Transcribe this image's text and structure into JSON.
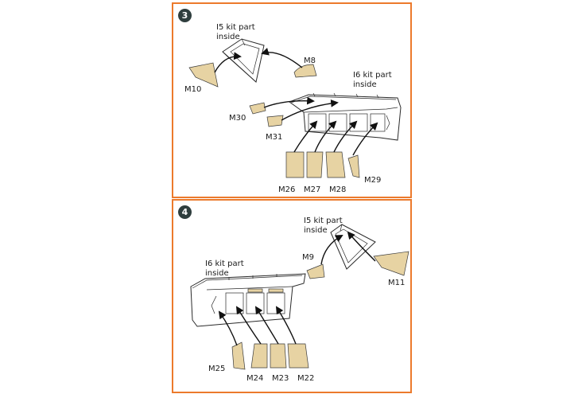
{
  "accent_color": "#ec7a2c",
  "part_color": "#e7d3a3",
  "steps": [
    {
      "number": "3",
      "kit_labels": [
        {
          "line1": "I5 kit part",
          "line2": "inside"
        },
        {
          "line1": "I6 kit part",
          "line2": "inside"
        }
      ],
      "parts": [
        "M10",
        "M8",
        "M30",
        "M31",
        "M26",
        "M27",
        "M28",
        "M29"
      ]
    },
    {
      "number": "4",
      "kit_labels": [
        {
          "line1": "I5 kit part",
          "line2": "inside"
        },
        {
          "line1": "I6 kit part",
          "line2": "inside"
        }
      ],
      "parts": [
        "M9",
        "M11",
        "M25",
        "M24",
        "M23",
        "M22"
      ]
    }
  ]
}
